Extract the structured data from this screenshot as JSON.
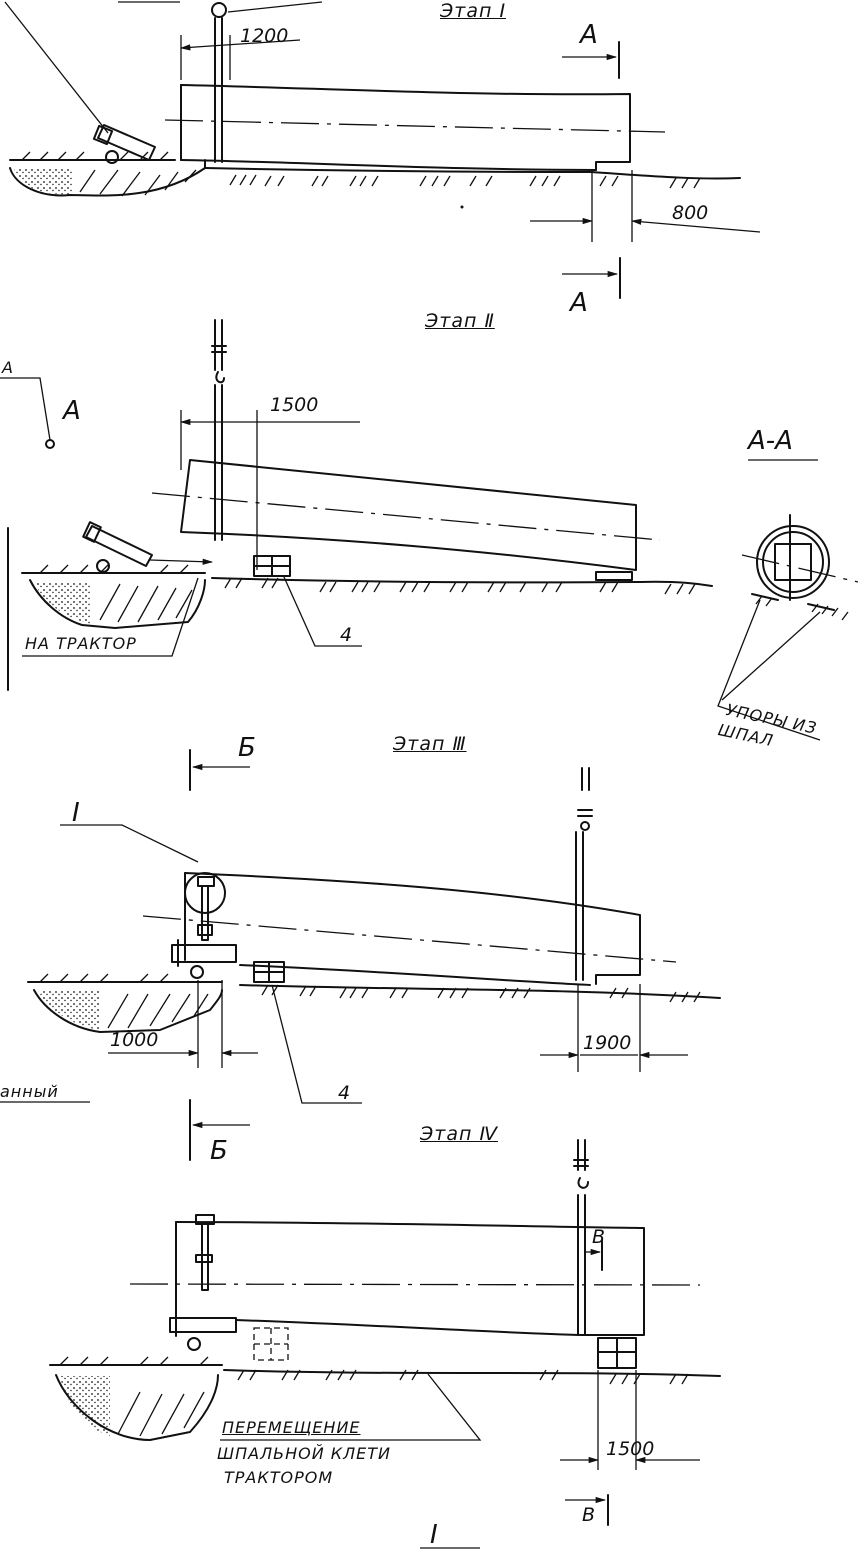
{
  "stages": {
    "stage1": "Этап Ⅰ",
    "stage2": "Этап Ⅱ",
    "stage3": "Этап Ⅲ",
    "stage4": "Этап Ⅳ"
  },
  "dimensions": {
    "d1200": "1200",
    "d800": "800",
    "d1500a": "1500",
    "d1000": "1000",
    "d1900": "1900",
    "d1500b": "1500"
  },
  "section_marks": {
    "a_top": "А",
    "a_bottom": "А",
    "a_left_small": "А",
    "a_left_big": "А",
    "b_top": "Б",
    "b_bottom": "Б",
    "v_top": "В",
    "v_bottom": "В",
    "section_aa_title": "А-А"
  },
  "callouts": {
    "stage2_cribs": "4",
    "stage3_cribs": "4",
    "detail_ref": "Ⅰ",
    "bottom_ref": "Ⅰ"
  },
  "notes": {
    "to_tractor": "НА ТРАКТОР",
    "stops_line1": "УПОРЫ ИЗ",
    "stops_line2": "ШПАЛ",
    "partial_word": "анный",
    "move_line1": "ПЕРЕМЕЩЕНИЕ",
    "move_line2": "ШПАЛЬНОЙ КЛЕТИ",
    "move_line3": "ТРАКТОРОМ"
  }
}
